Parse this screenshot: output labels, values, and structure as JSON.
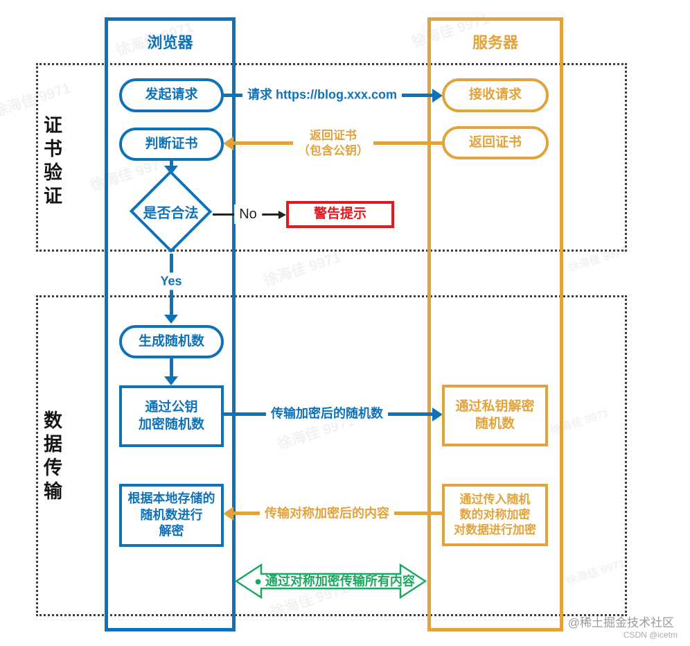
{
  "lanes": {
    "browser": {
      "title": "浏览器"
    },
    "server": {
      "title": "服务器"
    }
  },
  "sections": {
    "cert_verify": {
      "label": "证书验证"
    },
    "data_transfer": {
      "label": "数据传输"
    }
  },
  "browser_nodes": {
    "initiate_request": {
      "label": "发起请求"
    },
    "judge_cert": {
      "label": "判断证书"
    },
    "is_valid": {
      "label": "是否合法"
    },
    "gen_random": {
      "label": "生成随机数"
    },
    "encrypt_with_pubkey": {
      "label": "通过公钥\n加密随机数"
    },
    "decrypt_with_local": {
      "label": "根据本地存储的\n随机数进行\n解密"
    }
  },
  "server_nodes": {
    "receive_request": {
      "label": "接收请求"
    },
    "return_cert": {
      "label": "返回证书"
    },
    "decrypt_with_privkey": {
      "label": "通过私钥解密\n随机数"
    },
    "encrypt_symmetric": {
      "label": "通过传入随机\n数的对称加密\n对数据进行加密"
    }
  },
  "other_nodes": {
    "warning": {
      "label": "警告提示"
    }
  },
  "edges": {
    "request": {
      "label": "请求 https://blog.xxx.com"
    },
    "return_cert": {
      "label": "返回证书\n（包含公钥）"
    },
    "no": {
      "label": "No"
    },
    "yes": {
      "label": "Yes"
    },
    "send_encrypted_random": {
      "label": "传输加密后的随机数"
    },
    "send_encrypted_content": {
      "label": "传输对称加密后的内容"
    },
    "symmetric_all": {
      "label": "● 通过对称加密传输所有内容"
    }
  },
  "watermark": {
    "text": "徐海佳 9971"
  },
  "credits": {
    "juejin": "@稀土掘金技术社区",
    "csdn": "CSDN @icetm"
  },
  "colors": {
    "blue": "#0e72b8",
    "orange": "#e2a33b",
    "red": "#e8151d",
    "green": "#18a85f",
    "dashed_border": "#3c3c3c"
  }
}
